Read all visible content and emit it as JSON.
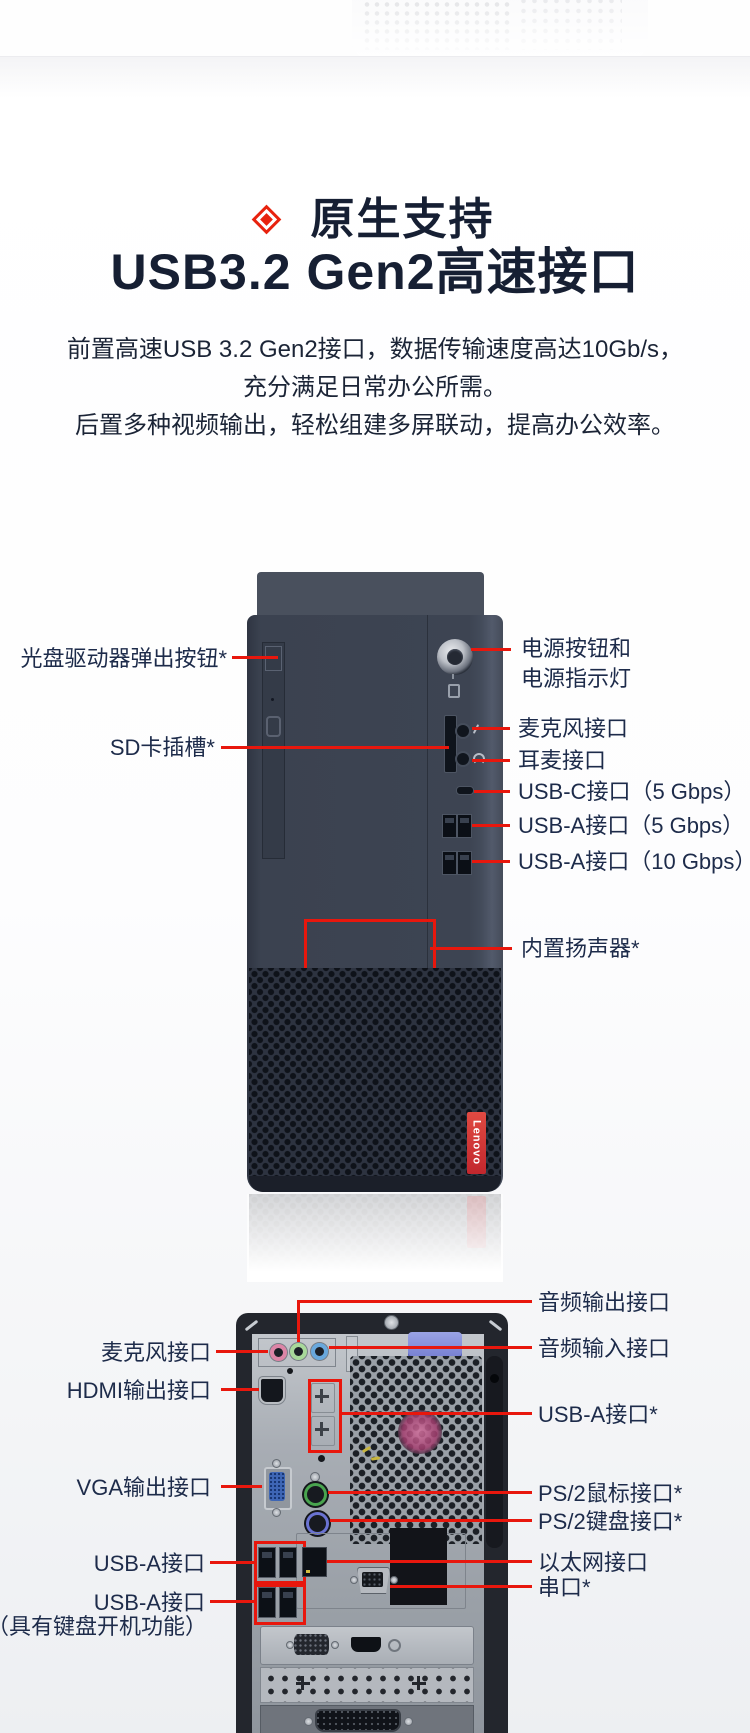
{
  "header": {
    "title_line1": "原生支持",
    "title_line2": "USB3.2 Gen2高速接口",
    "desc_line1": "前置高速USB 3.2 Gen2接口，数据传输速度高达10Gb/s，",
    "desc_line2": "充分满足日常办公所需。",
    "desc_line3": "后置多种视频输出，轻松组建多屏联动，提高办公效率。"
  },
  "front_view": {
    "logo": "Lenovo",
    "left_labels": [
      "光盘驱动器弹出按钮*",
      "SD卡插槽*"
    ],
    "right_labels": [
      "电源按钮和",
      "电源指示灯",
      "麦克风接口",
      "耳麦接口",
      "USB-C接口（5 Gbps）",
      "USB-A接口（5 Gbps）",
      "USB-A接口（10 Gbps）",
      "内置扬声器*"
    ]
  },
  "rear_view": {
    "left_labels": [
      "麦克风接口",
      "HDMI输出接口",
      "VGA输出接口",
      "USB-A接口",
      "USB-A接口",
      "（具有键盘开机功能）"
    ],
    "right_labels": [
      "音频输出接口",
      "音频输入接口",
      "USB-A接口*",
      "PS/2鼠标接口*",
      "PS/2键盘接口*",
      "以太网接口",
      "串口*"
    ]
  },
  "colors": {
    "accent_red": "#e8170d",
    "title_text": "#161f33",
    "label_text": "#1d2b4a",
    "lenovo_red": "#c2272d"
  }
}
